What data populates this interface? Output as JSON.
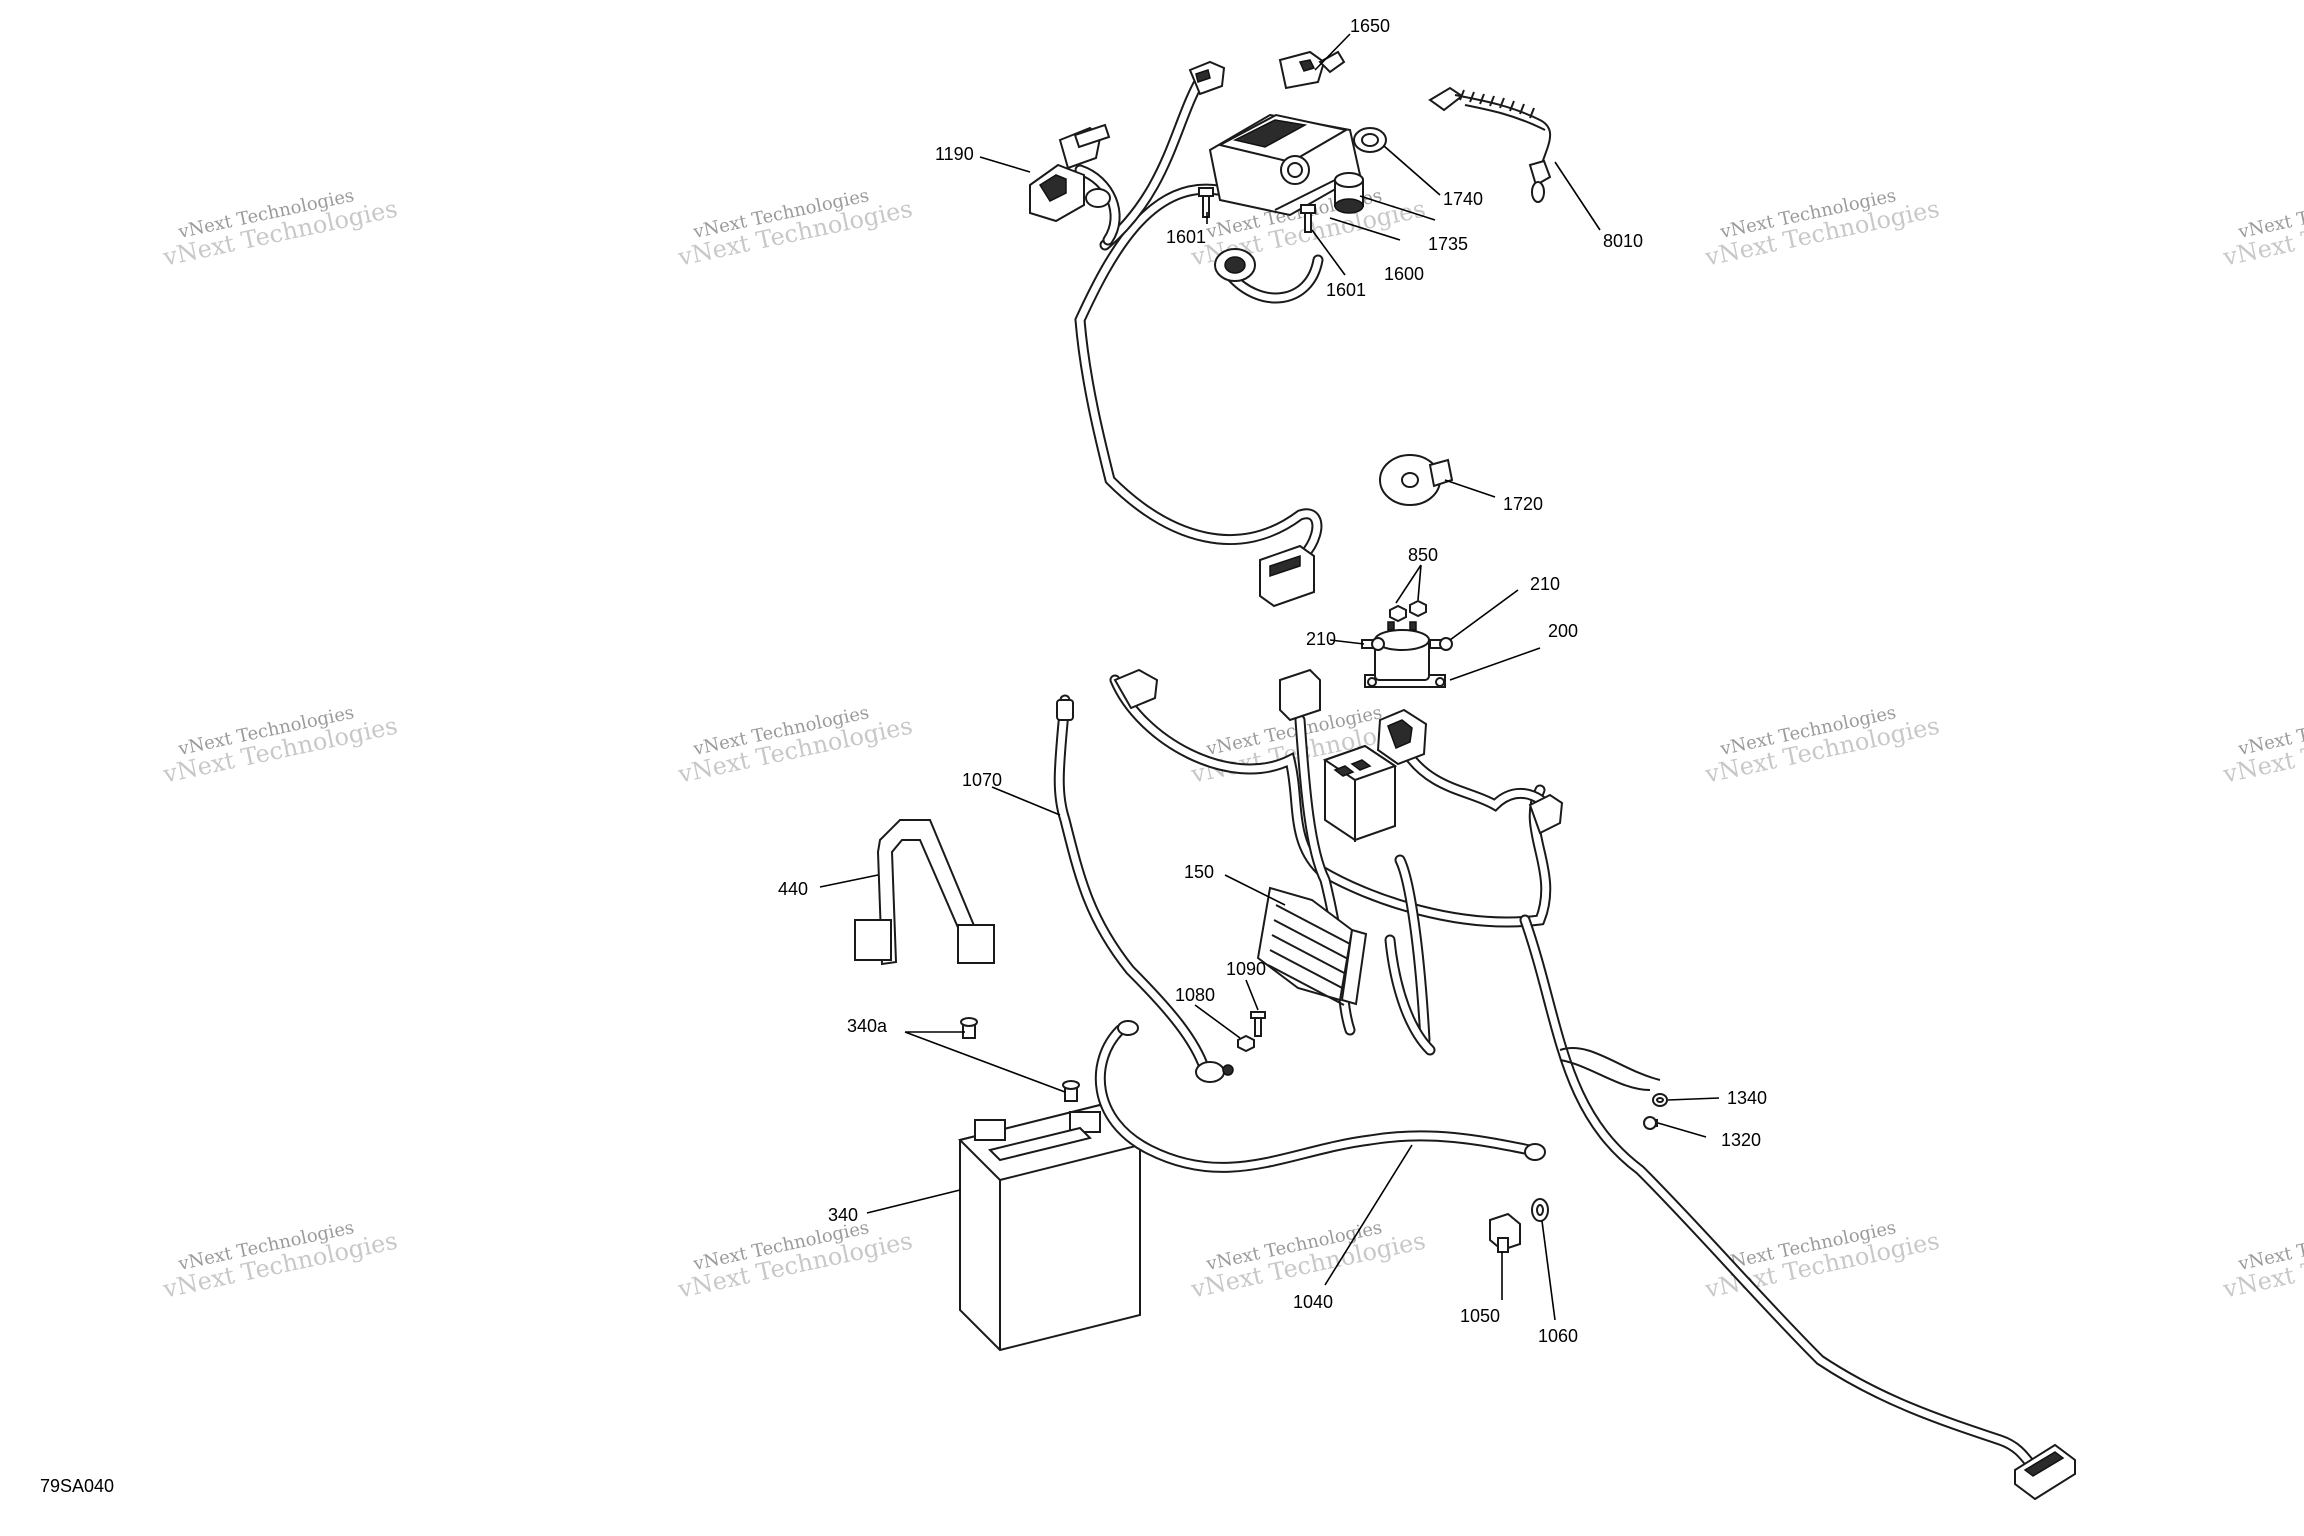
{
  "diagram_ref": "79SA040",
  "watermark": {
    "line1": "vNext Technologies",
    "line2": "vNext Technologies"
  },
  "labels": [
    {
      "id": "1650",
      "text": "1650"
    },
    {
      "id": "1190",
      "text": "1190"
    },
    {
      "id": "1601a",
      "text": "1601"
    },
    {
      "id": "1601b",
      "text": "1601"
    },
    {
      "id": "1600",
      "text": "1600"
    },
    {
      "id": "1735",
      "text": "1735"
    },
    {
      "id": "1740",
      "text": "1740"
    },
    {
      "id": "8010",
      "text": "8010"
    },
    {
      "id": "1720",
      "text": "1720"
    },
    {
      "id": "850",
      "text": "850"
    },
    {
      "id": "210a",
      "text": "210"
    },
    {
      "id": "210b",
      "text": "210"
    },
    {
      "id": "200",
      "text": "200"
    },
    {
      "id": "1070",
      "text": "1070"
    },
    {
      "id": "440",
      "text": "440"
    },
    {
      "id": "150",
      "text": "150"
    },
    {
      "id": "1090",
      "text": "1090"
    },
    {
      "id": "1080",
      "text": "1080"
    },
    {
      "id": "340a",
      "text": "340a"
    },
    {
      "id": "340",
      "text": "340"
    },
    {
      "id": "1340",
      "text": "1340"
    },
    {
      "id": "1320",
      "text": "1320"
    },
    {
      "id": "1040",
      "text": "1040"
    },
    {
      "id": "1050",
      "text": "1050"
    },
    {
      "id": "1060",
      "text": "1060"
    }
  ]
}
